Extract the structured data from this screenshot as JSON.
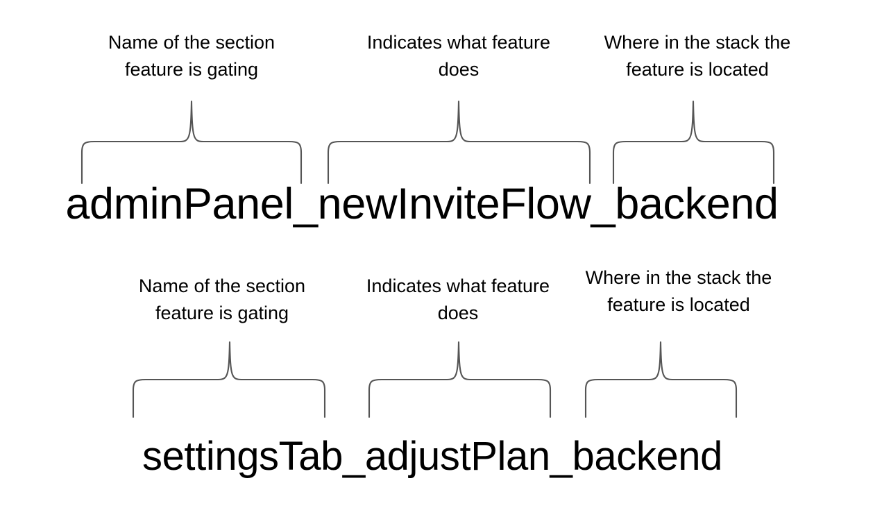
{
  "page": {
    "background_color": "#ffffff",
    "text_color": "#000000",
    "brace_color": "#555555"
  },
  "rows": [
    {
      "flag_name": "adminPanel_newInviteFlow_backend",
      "segments": [
        {
          "token": "adminPanel",
          "annotation": "Name of the section\nfeature is gating"
        },
        {
          "token": "newInviteFlow",
          "annotation": "Indicates what feature\ndoes"
        },
        {
          "token": "backend",
          "annotation": "Where in the stack the\nfeature is located"
        }
      ]
    },
    {
      "flag_name": "settingsTab_adjustPlan_backend",
      "segments": [
        {
          "token": "settingsTab",
          "annotation": "Name of the section\nfeature is gating"
        },
        {
          "token": "adjustPlan",
          "annotation": "Indicates what feature\ndoes"
        },
        {
          "token": "backend",
          "annotation": "Where in the stack the\nfeature is located"
        }
      ]
    }
  ]
}
